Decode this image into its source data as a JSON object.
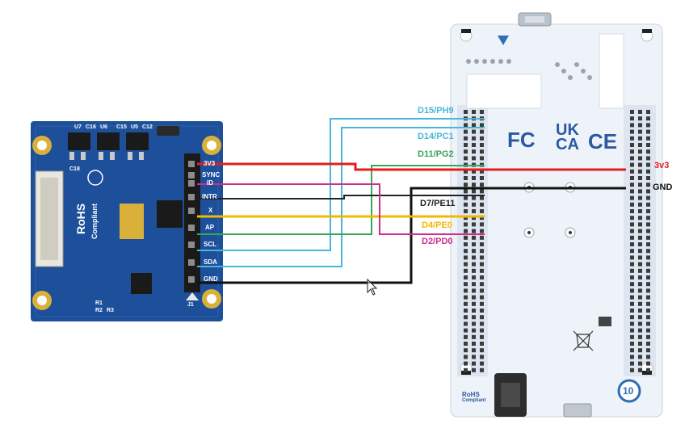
{
  "sensor_board": {
    "pins": [
      "3V3",
      "SYNC",
      "ID",
      "INTR",
      "X",
      "AP",
      "SCL",
      "SDA",
      "GND"
    ],
    "silkscreen": {
      "rohs": "RoHS",
      "compliant": "Compliant",
      "components": [
        "U7",
        "C16",
        "U6",
        "C15",
        "U5",
        "C12",
        "C18",
        "R1",
        "R2",
        "R3",
        "J1"
      ]
    }
  },
  "mcu_board": {
    "logos": {
      "fcc": "FC",
      "ukca_top": "UK",
      "ukca_bottom": "CA",
      "ce": "CE",
      "rohs": "RoHS",
      "compliant": "Compliant",
      "rev_badge": "10"
    }
  },
  "connections": [
    {
      "signal": "D15/PH9",
      "color": "#49b6d6"
    },
    {
      "signal": "D14/PC1",
      "color": "#49b6d6"
    },
    {
      "signal": "D11/PG2",
      "color": "#3aa657"
    },
    {
      "signal": "3v3",
      "color": "#e41e1e"
    },
    {
      "signal": "GND",
      "color": "#111111"
    },
    {
      "signal": "D7/PE11",
      "color": "#222222"
    },
    {
      "signal": "D4/PE0",
      "color": "#f4b800"
    },
    {
      "signal": "D2/PD0",
      "color": "#cc2e8c"
    }
  ]
}
